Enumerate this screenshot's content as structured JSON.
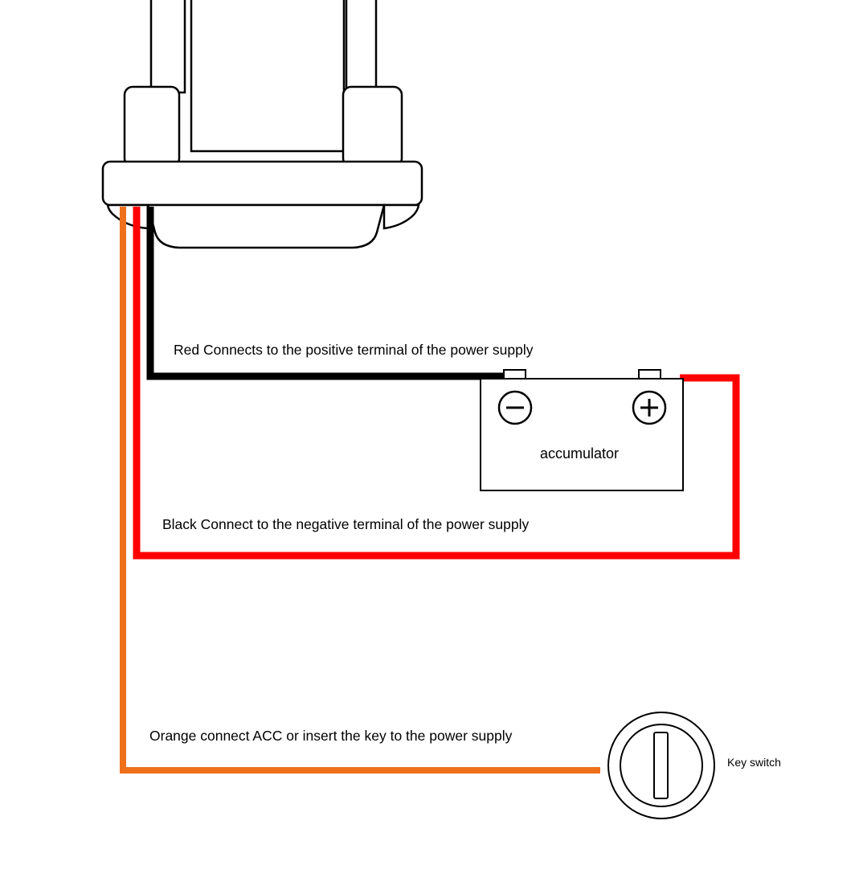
{
  "diagram": {
    "wire_labels": {
      "red": "Red Connects to the positive terminal of the power supply",
      "black": "Black Connect to the negative terminal of the power supply",
      "orange": "Orange connect ACC or insert the key to the power supply"
    },
    "components": {
      "accumulator_label": "accumulator",
      "key_switch_label": "Key switch"
    },
    "icons": {
      "negative_terminal": "−",
      "positive_terminal": "+"
    },
    "colors": {
      "black_wire": "#000000",
      "red_wire": "#fe0000",
      "orange_wire": "#ef701b",
      "outline": "#000000",
      "background": "#ffffff"
    }
  }
}
